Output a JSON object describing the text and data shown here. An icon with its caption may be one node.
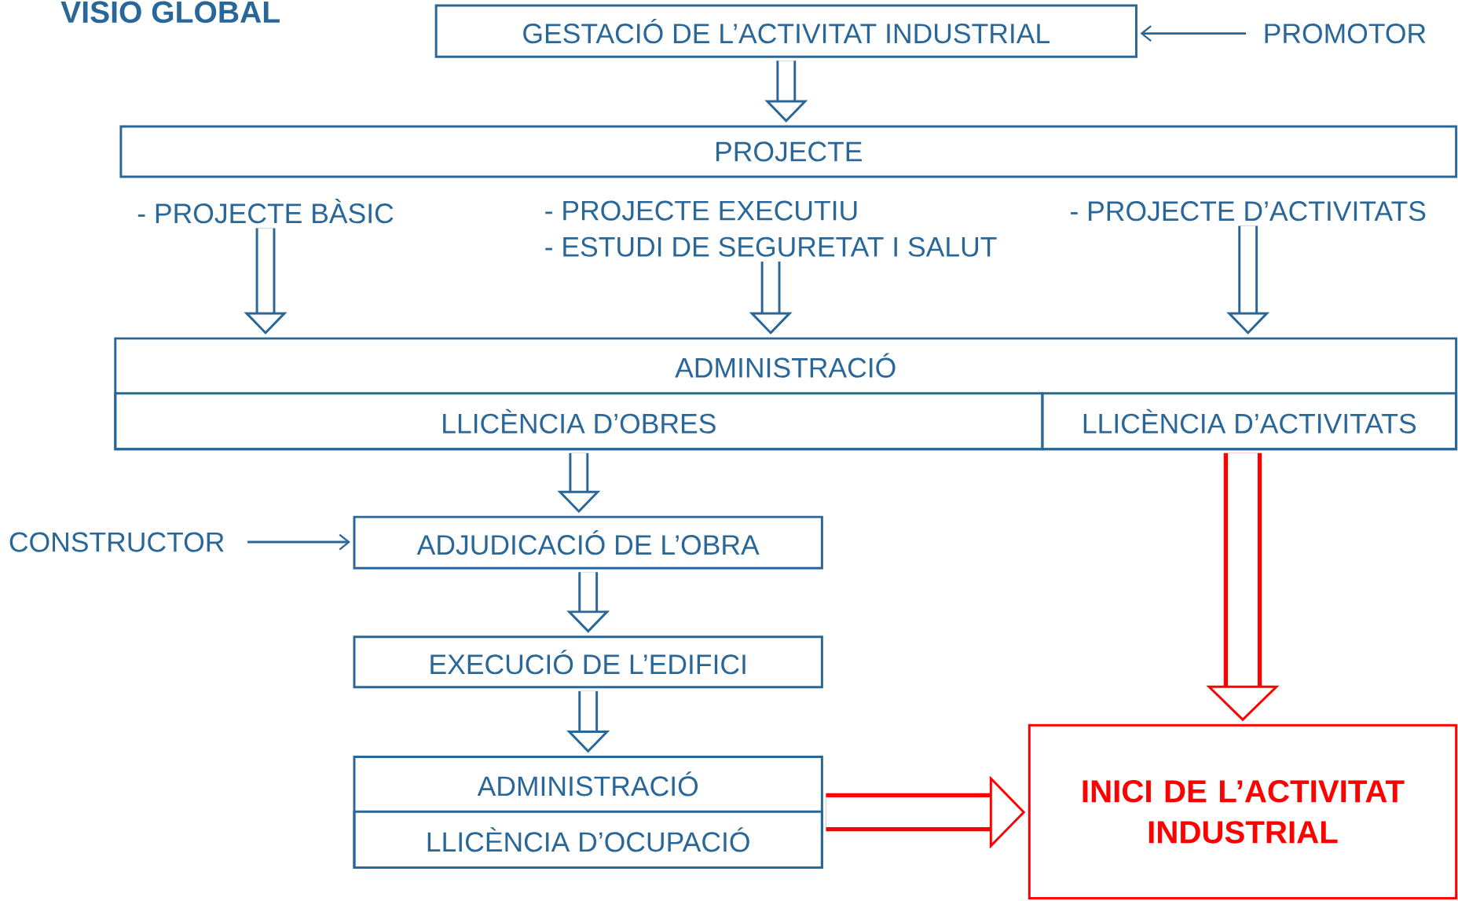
{
  "diagram": {
    "title": "VISIO GLOBAL",
    "nodes": [
      {
        "text": [
          "GESTACIÓ DE L’ACTIVITAT INDUSTRIAL"
        ]
      },
      {
        "text": [
          "PROMOTOR"
        ]
      },
      {
        "text": [
          "PROJECTE"
        ]
      },
      {
        "text": [
          "- PROJECTE BÀSIC"
        ]
      },
      {
        "text": [
          "- PROJECTE EXECUTIU",
          "- ESTUDI DE SEGURETAT I SALUT"
        ]
      },
      {
        "text": [
          "- PROJECTE D’ACTIVITATS"
        ]
      },
      {
        "text": [
          "ADMINISTRACIÓ"
        ]
      },
      {
        "text": [
          "LLICÈNCIA D’OBRES"
        ],
        "in": 6
      },
      {
        "text": [
          "LLICÈNCIA D’ACTIVITATS"
        ],
        "in": 6
      },
      {
        "text": [
          "CONSTRUCTOR"
        ]
      },
      {
        "text": [
          "ADJUDICACIÓ DE L’OBRA"
        ]
      },
      {
        "text": [
          "EXECUCIÓ DE L’EDIFICI"
        ]
      },
      {
        "text": [
          "ADMINISTRACIÓ"
        ]
      },
      {
        "text": [
          "LLICÈNCIA D’OCUPACIÓ"
        ],
        "in": 12
      },
      {
        "text": [
          "INICI DE L’ACTIVITAT INDUSTRIAL"
        ]
      }
    ],
    "edges": [
      {
        "from": 1,
        "to": 0,
        "arrow": "to"
      },
      {
        "from": 0,
        "to": 2,
        "arrow": "to"
      },
      {
        "from": 3,
        "to": 6,
        "arrow": "to"
      },
      {
        "from": 4,
        "to": 6,
        "arrow": "to"
      },
      {
        "from": 5,
        "to": 6,
        "arrow": "to"
      },
      {
        "from": 7,
        "to": 10,
        "arrow": "to"
      },
      {
        "from": 9,
        "to": 10,
        "arrow": "to"
      },
      {
        "from": 10,
        "to": 11,
        "arrow": "to"
      },
      {
        "from": 11,
        "to": 12,
        "arrow": "to"
      },
      {
        "from": 8,
        "to": 14,
        "arrow": "to",
        "style": "thick",
        "color": "#ff0000"
      },
      {
        "from": 12,
        "to": 14,
        "arrow": "to",
        "style": "thick",
        "color": "#ff0000"
      }
    ]
  }
}
